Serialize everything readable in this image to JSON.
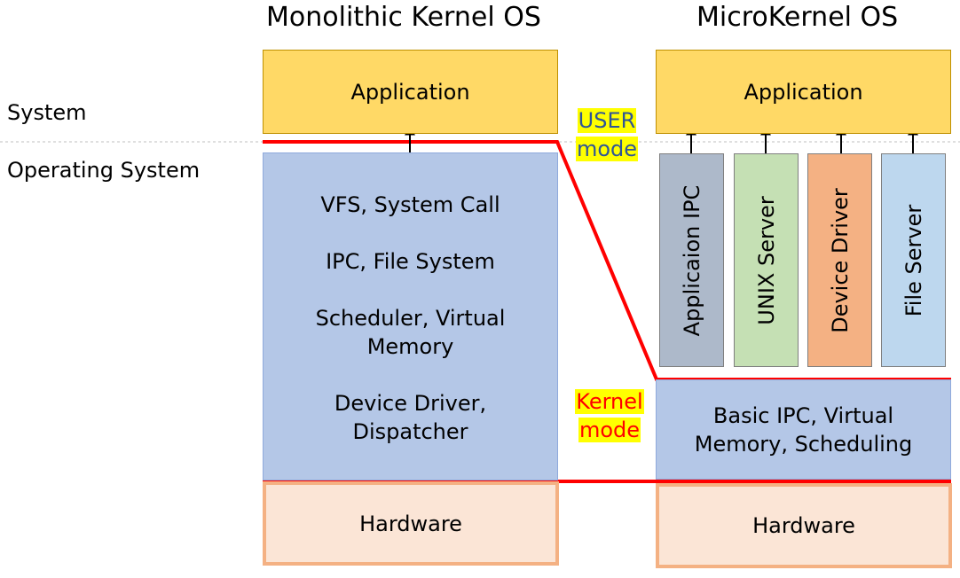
{
  "titles": {
    "monolithic": "Monolithic Kernel OS",
    "micro": "MicroKernel OS"
  },
  "side_labels": {
    "system": "System",
    "operating_system": "Operating System"
  },
  "monolithic": {
    "application": "Application",
    "kernel_items": [
      {
        "lines": [
          "VFS, System Call"
        ]
      },
      {
        "lines": [
          "IPC, File System"
        ]
      },
      {
        "lines": [
          "Scheduler, Virtual",
          "Memory"
        ]
      },
      {
        "lines": [
          "Device Driver,",
          "Dispatcher"
        ]
      }
    ],
    "hardware": "Hardware"
  },
  "micro": {
    "application": "Application",
    "servers": [
      {
        "label": "Applicaion IPC",
        "color": "#ADB9CA"
      },
      {
        "label": "UNIX Server",
        "color": "#C5E0B4"
      },
      {
        "label": "Device Driver",
        "color": "#F4B183"
      },
      {
        "label": "File Server",
        "color": "#BDD7EE"
      }
    ],
    "kernel_lines": [
      "Basic IPC, Virtual",
      "Memory, Scheduling"
    ],
    "hardware": "Hardware"
  },
  "modes": {
    "user": [
      "USER",
      "mode"
    ],
    "kernel": [
      "Kernel",
      "mode"
    ]
  },
  "colors": {
    "boundary": "#FF0000",
    "user_mode_text": "#2F5597",
    "kernel_mode_text": "#FF0000",
    "highlight": "#FFFF00"
  }
}
